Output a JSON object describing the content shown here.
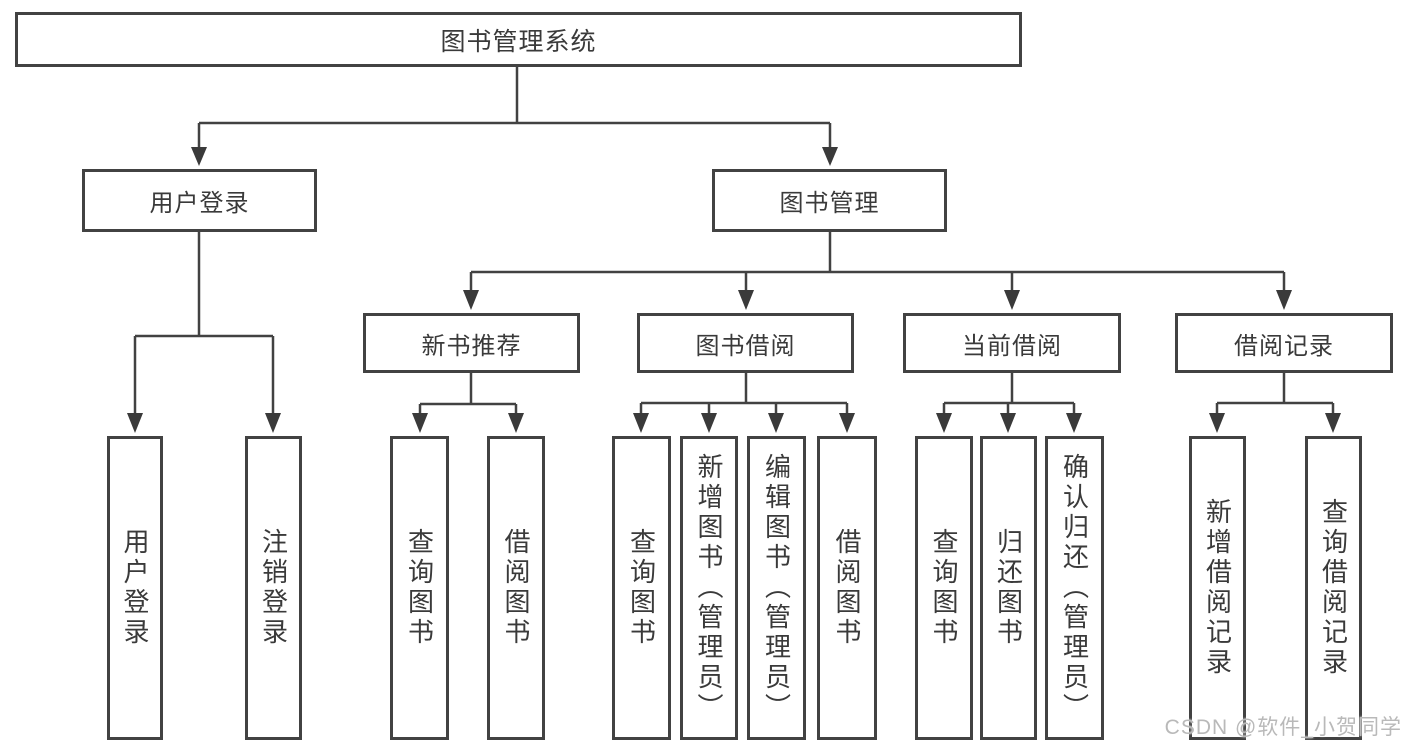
{
  "diagram": {
    "title": "图书管理系统",
    "level2": {
      "user_login": "用户登录",
      "book_management": "图书管理"
    },
    "level3": {
      "new_book_recommend": "新书推荐",
      "book_borrowing": "图书借阅",
      "current_borrowing": "当前借阅",
      "borrowing_records": "借阅记录"
    },
    "leaves": {
      "user_login": "用户登录",
      "logout": "注销登录",
      "nb_query_books": "查询图书",
      "nb_borrow_books": "借阅图书",
      "bb_query_books": "查询图书",
      "bb_add_books": "新增图书（管理员）",
      "bb_edit_books": "编辑图书（管理员）",
      "bb_borrow_books": "借阅图书",
      "cb_query_books": "查询图书",
      "cb_return_books": "归还图书",
      "cb_confirm_return": "确认归还（管理员）",
      "br_add_record": "新增借阅记录",
      "br_query_record": "查询借阅记录"
    }
  },
  "watermark": "CSDN @软件_小贺同学",
  "colors": {
    "line": "#424242",
    "text": "#3a3a3a",
    "watermark": "#b9b9b9",
    "background": "#ffffff"
  }
}
